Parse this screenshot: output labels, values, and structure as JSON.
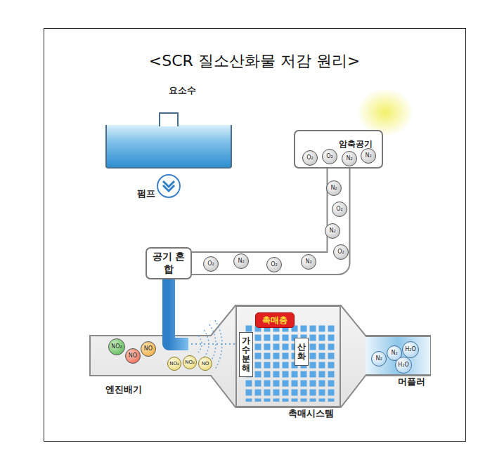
{
  "diagram": {
    "title": "<SCR 질소산화물 저감 원리>",
    "nodes": [
      {
        "text": [
          "요소수"
        ]
      },
      {
        "text": [
          "펌프"
        ]
      },
      {
        "text": [
          "암축공기"
        ]
      },
      {
        "text": [
          "O₂"
        ],
        "in": 2
      },
      {
        "text": [
          "O₂"
        ],
        "in": 2
      },
      {
        "text": [
          "N₂"
        ],
        "in": 2
      },
      {
        "text": [
          "N₂"
        ],
        "in": 2
      },
      {
        "text": [
          "N₂"
        ]
      },
      {
        "text": [
          "O₂"
        ]
      },
      {
        "text": [
          "N₂"
        ]
      },
      {
        "text": [
          "O₂"
        ]
      },
      {
        "text": [
          "O₂"
        ]
      },
      {
        "text": [
          "N₂"
        ]
      },
      {
        "text": [
          "O₂"
        ]
      },
      {
        "text": [
          "N₂"
        ]
      },
      {
        "text": [
          "공기 혼합"
        ]
      },
      {
        "text": [
          "NO₂"
        ]
      },
      {
        "text": [
          "NO"
        ]
      },
      {
        "text": [
          "NO"
        ]
      },
      {
        "text": [
          "NO₂"
        ]
      },
      {
        "text": [
          "NO₂"
        ]
      },
      {
        "text": [
          "NO"
        ]
      },
      {
        "text": [
          "촉매시스템"
        ]
      },
      {
        "text": [
          "촉매층"
        ],
        "in": 22
      },
      {
        "text": [
          "가수분해"
        ],
        "in": 22
      },
      {
        "text": [
          "산화"
        ],
        "in": 22
      },
      {
        "text": [
          "머플러"
        ]
      },
      {
        "text": [
          "N₂"
        ],
        "in": 26
      },
      {
        "text": [
          "N₂"
        ],
        "in": 26
      },
      {
        "text": [
          "H₂O"
        ],
        "in": 26
      },
      {
        "text": [
          "H₂O"
        ],
        "in": 26
      }
    ],
    "edges": [
      {
        "from": 0,
        "to": 1,
        "arrow": "none"
      },
      {
        "from": 1,
        "to": 15,
        "arrow": "none"
      },
      {
        "from": 2,
        "to": 15,
        "arrow": "none"
      },
      {
        "from": 15,
        "to": 22,
        "arrow": "none"
      }
    ],
    "labels": [
      "엔진배기"
    ]
  }
}
